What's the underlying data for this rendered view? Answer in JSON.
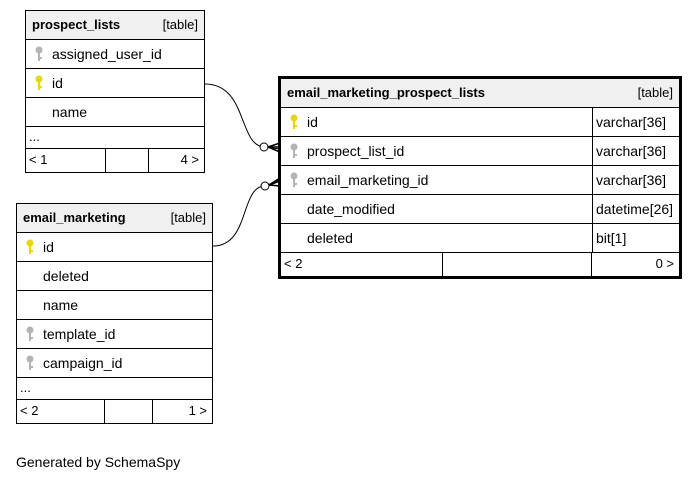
{
  "tables": {
    "prospect_lists": {
      "name": "prospect_lists",
      "type": "[table]",
      "columns": [
        {
          "name": "assigned_user_id",
          "key": "foreign"
        },
        {
          "name": "id",
          "key": "primary"
        },
        {
          "name": "name",
          "key": "none"
        }
      ],
      "ellipsis": "...",
      "footer": {
        "left": "< 1",
        "right": "4 >"
      }
    },
    "email_marketing": {
      "name": "email_marketing",
      "type": "[table]",
      "columns": [
        {
          "name": "id",
          "key": "primary"
        },
        {
          "name": "deleted",
          "key": "none"
        },
        {
          "name": "name",
          "key": "none"
        },
        {
          "name": "template_id",
          "key": "foreign"
        },
        {
          "name": "campaign_id",
          "key": "foreign"
        }
      ],
      "ellipsis": "...",
      "footer": {
        "left": "< 2",
        "right": "1 >"
      }
    },
    "email_marketing_prospect_lists": {
      "name": "email_marketing_prospect_lists",
      "type": "[table]",
      "columns": [
        {
          "name": "id",
          "key": "primary",
          "datatype": "varchar[36]"
        },
        {
          "name": "prospect_list_id",
          "key": "foreign",
          "datatype": "varchar[36]"
        },
        {
          "name": "email_marketing_id",
          "key": "foreign",
          "datatype": "varchar[36]"
        },
        {
          "name": "date_modified",
          "key": "none",
          "datatype": "datetime[26]"
        },
        {
          "name": "deleted",
          "key": "none",
          "datatype": "bit[1]"
        }
      ],
      "footer": {
        "left": "< 2",
        "right": "0 >"
      }
    }
  },
  "colors": {
    "primary_key": "#e8d800",
    "foreign_key": "#b4b4b4",
    "header_bg": "#f0f0f0"
  },
  "footer_text": "Generated by SchemaSpy"
}
